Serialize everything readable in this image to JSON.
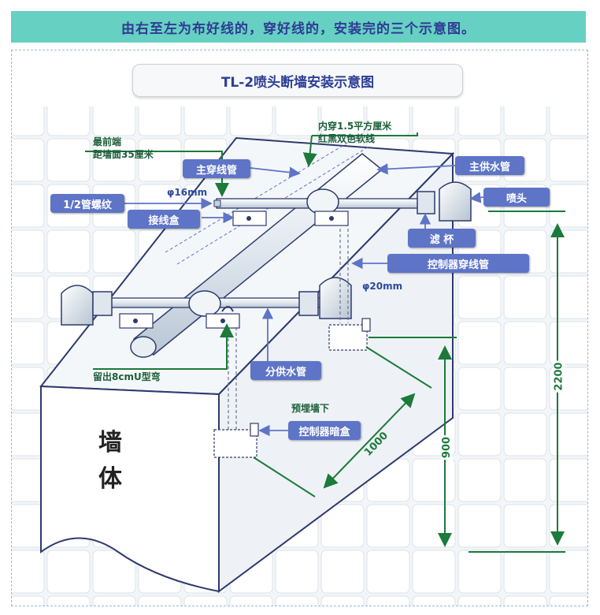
{
  "banner": "由右至左为布好线的，穿好线的，安装完的三个示意图。",
  "title": "TL-2喷头断墙安装示意图",
  "labels": {
    "front_end": "最前端",
    "front_end_distance": "距墙面35厘米",
    "inner_wire": "内穿1.5平方厘米",
    "wire_color": "红黑双色软线",
    "main_conduit": "主穿线管",
    "main_water_pipe": "主供水管",
    "pipe_thread": "1/2管螺纹",
    "phi16": "φ16mm",
    "junction_box": "接线盒",
    "nozzle": "喷头",
    "filter_cup": "滤 杯",
    "controller_conduit": "控制器穿线管",
    "phi20": "φ20mm",
    "u_bend": "留出8cmU型弯",
    "branch_water_pipe": "分供水管",
    "embedded_below": "预埋墙下",
    "controller_box": "控制器暗盒",
    "wall": "墙",
    "body": "体"
  },
  "dimensions": {
    "d1000": "1000",
    "d900": "900",
    "d2200": "2200"
  },
  "colors": {
    "banner_bg": "#66d0c2",
    "tag_bg": "#5e74c6",
    "dimension_green": "#1c7a3a",
    "outline_blue": "#2e3a6e"
  }
}
